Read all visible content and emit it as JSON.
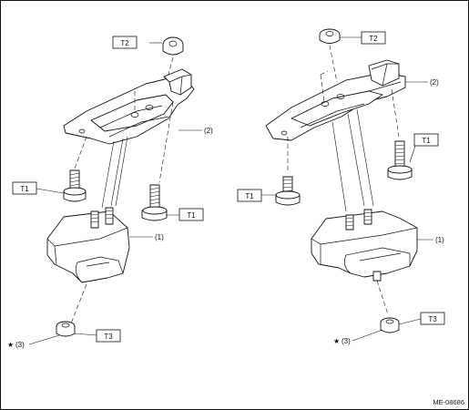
{
  "figure_id": "ME-08686",
  "torque_labels": {
    "t1": "T1",
    "t2": "T2",
    "t3": "T3"
  },
  "part_labels": {
    "p1": "(1)",
    "p2": "(2)",
    "p3": "(3)"
  },
  "star_symbol": "★",
  "colors": {
    "line": "#111111",
    "background": "#ffffff"
  }
}
